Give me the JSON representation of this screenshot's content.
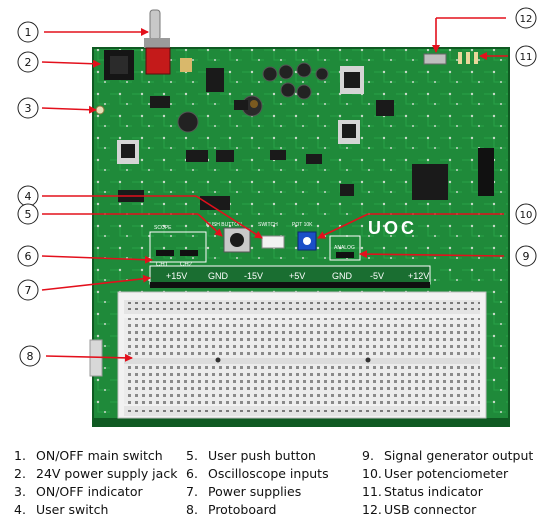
{
  "board": {
    "power_labels": [
      "+15V",
      "GND",
      "-15V",
      "+5V",
      "GND",
      "-5V",
      "+12V"
    ],
    "silk_text": {
      "push_button": "PUSH BUTTON",
      "switch": "SWITCH",
      "pot": "POT 10K",
      "scope": "SCOPE",
      "ch1": "CH1",
      "ch2": "CH2",
      "analog": "ANALOG",
      "logo": "UOC"
    }
  },
  "callouts": [
    {
      "n": "1"
    },
    {
      "n": "2"
    },
    {
      "n": "3"
    },
    {
      "n": "4"
    },
    {
      "n": "5"
    },
    {
      "n": "6"
    },
    {
      "n": "7"
    },
    {
      "n": "8"
    },
    {
      "n": "9"
    },
    {
      "n": "10"
    },
    {
      "n": "11"
    },
    {
      "n": "12"
    }
  ],
  "legend": [
    {
      "n": "1.",
      "label": "ON/OFF main switch"
    },
    {
      "n": "2.",
      "label": "24V power supply jack"
    },
    {
      "n": "3.",
      "label": "ON/OFF indicator"
    },
    {
      "n": "4.",
      "label": "User switch"
    },
    {
      "n": "5.",
      "label": "User push button"
    },
    {
      "n": "6.",
      "label": "Oscilloscope inputs"
    },
    {
      "n": "7.",
      "label": "Power supplies"
    },
    {
      "n": "8.",
      "label": "Protoboard"
    },
    {
      "n": "9.",
      "label": "Signal generator output"
    },
    {
      "n": "10.",
      "label": "User potenciometer"
    },
    {
      "n": "11.",
      "label": "Status indicator"
    },
    {
      "n": "12.",
      "label": "USB connector"
    }
  ],
  "colors": {
    "pcb": "#1f8a3a",
    "pcb_dark": "#146b2a",
    "arrow": "#e3101c",
    "protoboard": "#ececec"
  }
}
